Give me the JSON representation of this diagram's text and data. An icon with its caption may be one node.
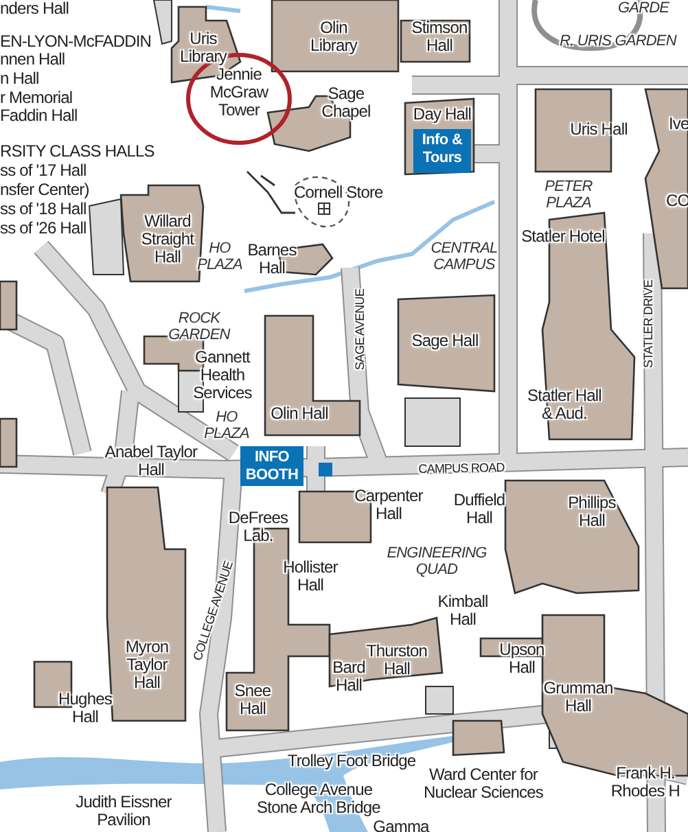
{
  "diagram": {
    "nodes": [
      {
        "text": [
          "Jennie McGraw Tower"
        ]
      },
      {
        "text": [
          "Info & Tours"
        ]
      },
      {
        "text": [
          "INFO BOOTH"
        ]
      }
    ],
    "labels": [
      "nders Hall",
      "GARDE",
      "Olin Library",
      "Stimson Hall",
      "EN-LYON-McFADDIN",
      "Uris Library",
      "R. URIS GARDEN",
      "nnen Hall",
      "n Hall",
      "r Memorial",
      "Faddin Hall",
      "Sage Chapel",
      "Day Hall",
      "Uris Hall",
      "Ive",
      "RSITY CLASS HALLS",
      "ss of '17 Hall",
      "nsfer Center)",
      "ss of '18 Hall",
      "ss of '26 Hall",
      "Cornell Store",
      "PETER PLAZA",
      "CO",
      "Willard Straight Hall",
      "HO PLAZA",
      "Barnes Hall",
      "CENTRAL CAMPUS",
      "Statler Hotel",
      "SAGE AVENUE",
      "STATLER DRIVE",
      "ROCK GARDEN",
      "Sage Hall",
      "Gannett Health Services",
      "Statler Hall & Aud.",
      "HO PLAZA",
      "Olin Hall",
      "Anabel Taylor Hall",
      "CAMPUS ROAD",
      "Carpenter Hall",
      "Duffield Hall",
      "Phillips Hall",
      "DeFrees Lab.",
      "ENGINEERING QUAD",
      "Hollister Hall",
      "COLLEGE AVENUE",
      "Kimball Hall",
      "Myron Taylor Hall",
      "Thurston Hall",
      "Upson Hall",
      "Bard Hall",
      "Hughes Hall",
      "Snee Hall",
      "Grumman Hall",
      "Trolley Foot Bridge",
      "Ward Center for Nuclear Sciences",
      "Frank H. Rhodes H",
      "Judith Eissner Pavilion",
      "College Avenue Stone Arch Bridge",
      "Gamma"
    ]
  }
}
